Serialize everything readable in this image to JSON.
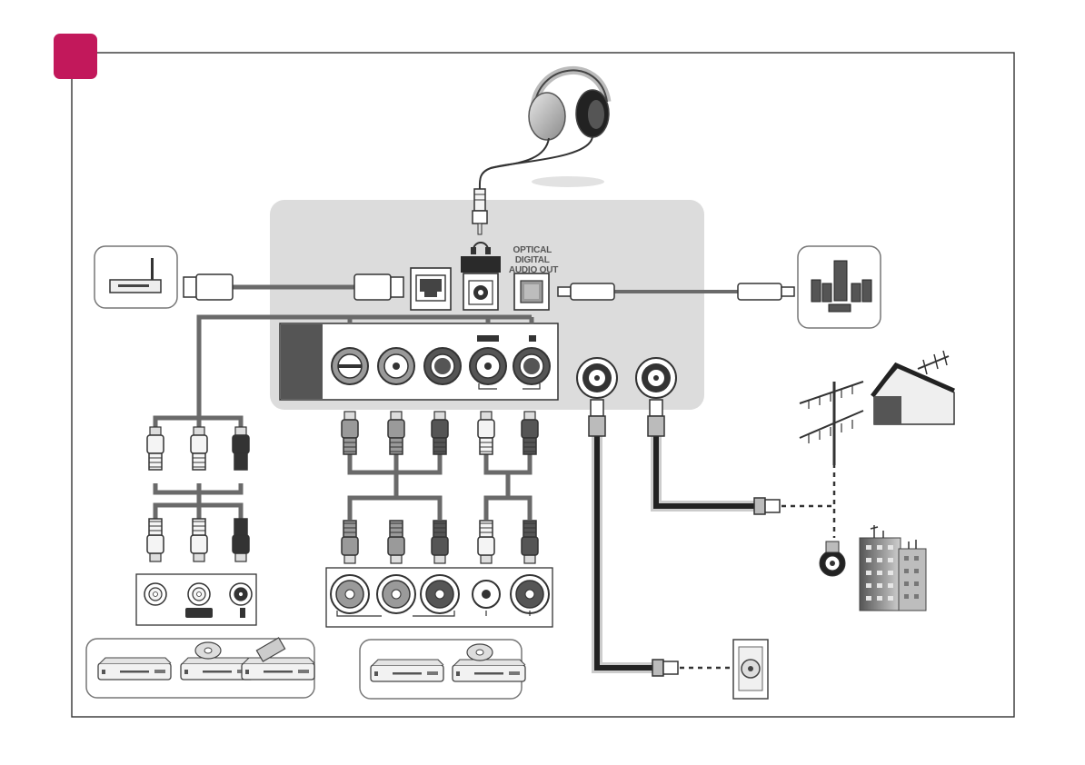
{
  "panel": {
    "optical_label_lines": [
      "OPTICAL",
      "DIGITAL",
      "AUDIO OUT"
    ],
    "headphone_port_icon": "headphone-icon"
  },
  "colors": {
    "badge": "#c2185b",
    "frame": "#333333",
    "panel_bg": "#dcdcdc",
    "cable": "#6a6a6a",
    "device_box_border": "#777777",
    "dark_plug": "#333333",
    "light_plug": "#f4f4f4",
    "grey_plug": "#9a9a9a"
  },
  "devices": {
    "router": "router-icon",
    "speaker_system": "speaker-system-icon",
    "headphones": "headphones-icon",
    "antenna_house": "antenna-house-icon",
    "apartment_building": "apartment-building-icon",
    "wall_outlet": "wall-antenna-outlet-icon",
    "av_sources": [
      "dvd-player-icon",
      "disc-player-icon",
      "vcr-icon"
    ],
    "component_sources": [
      "dvd-player-icon",
      "disc-player-icon"
    ]
  }
}
